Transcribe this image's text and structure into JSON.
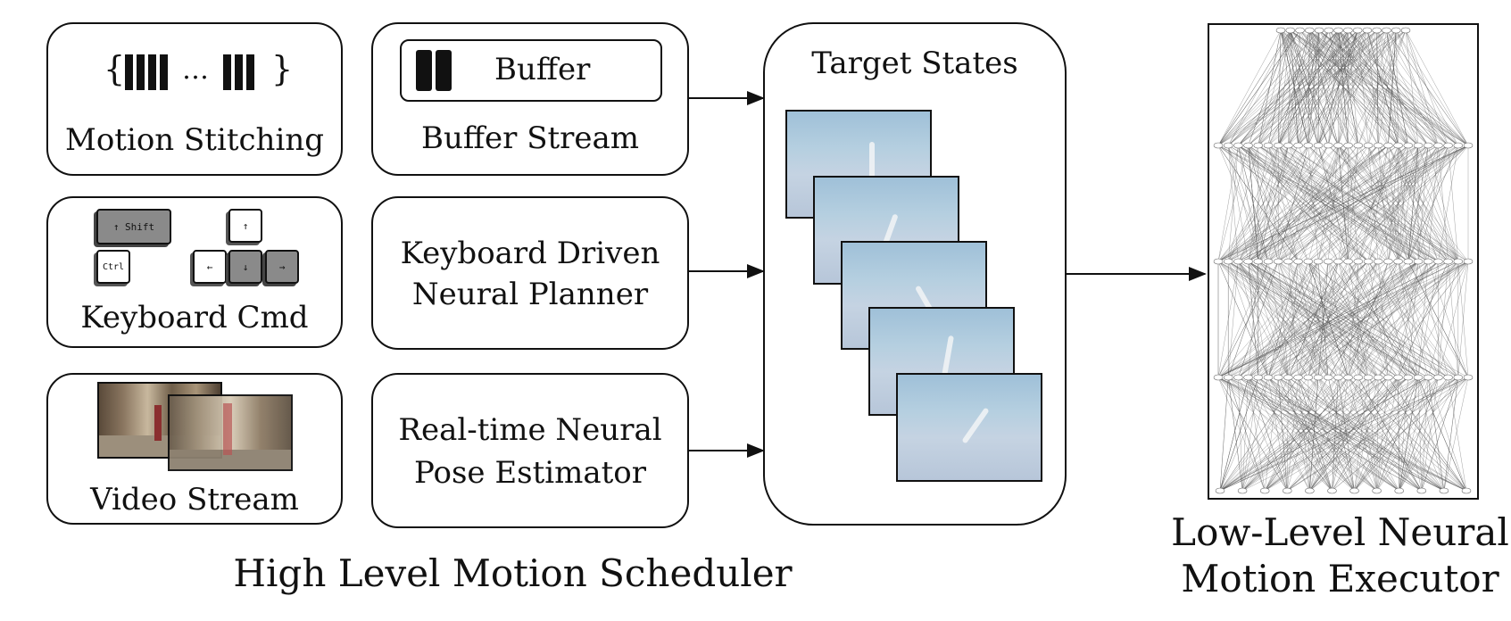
{
  "inputs": {
    "motion_stitching": {
      "label": "Motion Stitching",
      "open": "{",
      "ellipsis": "…",
      "close": "}"
    },
    "keyboard_cmd": {
      "label": "Keyboard Cmd",
      "keys": {
        "shift": "↑ Shift",
        "ctrl": "Ctrl",
        "up": "↑",
        "left": "←",
        "down": "↓",
        "right": "→"
      }
    },
    "video_stream": {
      "label": "Video Stream"
    }
  },
  "planners": {
    "buffer_stream": {
      "label": "Buffer Stream",
      "inner_label": "Buffer"
    },
    "keyboard_planner": {
      "line1": "Keyboard Driven",
      "line2": "Neural Planner"
    },
    "pose_estimator": {
      "line1": "Real-time Neural",
      "line2": "Pose Estimator"
    }
  },
  "target_states": {
    "title": "Target States"
  },
  "footer": {
    "scheduler": "High Level Motion Scheduler"
  },
  "executor": {
    "line1": "Low-Level Neural",
    "line2": "Motion Executor"
  },
  "colors": {
    "stroke": "#111111",
    "frame_sky": "#9fc0d8",
    "network": "#555555"
  }
}
